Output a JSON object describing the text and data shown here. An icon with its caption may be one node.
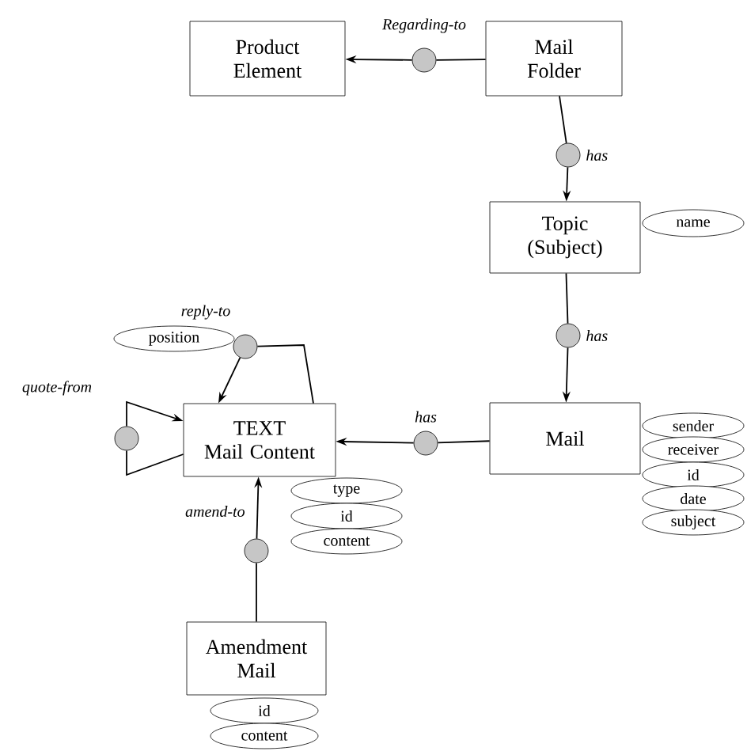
{
  "diagram": {
    "nodes": [
      {
        "text": [
          "Product Element"
        ]
      },
      {
        "text": [],
        "shape": "circle",
        "beside": [
          "Regarding-to"
        ]
      },
      {
        "text": [
          "Mail Folder"
        ]
      },
      {
        "text": [],
        "shape": "circle",
        "beside": [
          "has"
        ]
      },
      {
        "text": [
          "Topic (Subject)"
        ]
      },
      {
        "text": [
          "name"
        ]
      },
      {
        "text": [],
        "shape": "circle",
        "beside": [
          "reply-to"
        ]
      },
      {
        "text": [
          "position"
        ]
      },
      {
        "text": [],
        "shape": "circle",
        "beside": [
          "has"
        ]
      },
      {
        "text": [],
        "shape": "circle",
        "beside": [
          "quote-from"
        ]
      },
      {
        "text": [
          "TEXT",
          "Mail Content"
        ]
      },
      {
        "text": [],
        "shape": "circle",
        "beside": [
          "has"
        ]
      },
      {
        "text": [
          "Mail"
        ]
      },
      {
        "text": [
          "sender"
        ]
      },
      {
        "text": [
          "receiver"
        ]
      },
      {
        "text": [
          "id"
        ]
      },
      {
        "text": [
          "date"
        ]
      },
      {
        "text": [
          "subject"
        ]
      },
      {
        "text": [
          "type"
        ]
      },
      {
        "text": [
          "id"
        ]
      },
      {
        "text": [
          "content"
        ]
      },
      {
        "text": [],
        "shape": "circle",
        "beside": [
          "amend-to"
        ]
      },
      {
        "text": [
          "Amendment Mail"
        ]
      },
      {
        "text": [
          "id"
        ]
      },
      {
        "text": [
          "content"
        ]
      }
    ],
    "edges": [
      {
        "from": 2,
        "to": 1,
        "arrow": "none"
      },
      {
        "from": 1,
        "to": 0,
        "arrow": "to"
      },
      {
        "from": 2,
        "to": 3,
        "arrow": "none"
      },
      {
        "from": 3,
        "to": 4,
        "arrow": "to"
      },
      {
        "from": 4,
        "to": 8,
        "arrow": "none"
      },
      {
        "from": 8,
        "to": 12,
        "arrow": "to"
      },
      {
        "from": 12,
        "to": 11,
        "arrow": "none"
      },
      {
        "from": 11,
        "to": 10,
        "arrow": "to"
      },
      {
        "from": 10,
        "to": 6,
        "arrow": "none"
      },
      {
        "from": 6,
        "to": 10,
        "arrow": "to"
      },
      {
        "from": 10,
        "to": 9,
        "arrow": "none"
      },
      {
        "from": 9,
        "to": 10,
        "arrow": "to"
      },
      {
        "from": 22,
        "to": 21,
        "arrow": "none"
      },
      {
        "from": 21,
        "to": 10,
        "arrow": "to"
      }
    ]
  }
}
